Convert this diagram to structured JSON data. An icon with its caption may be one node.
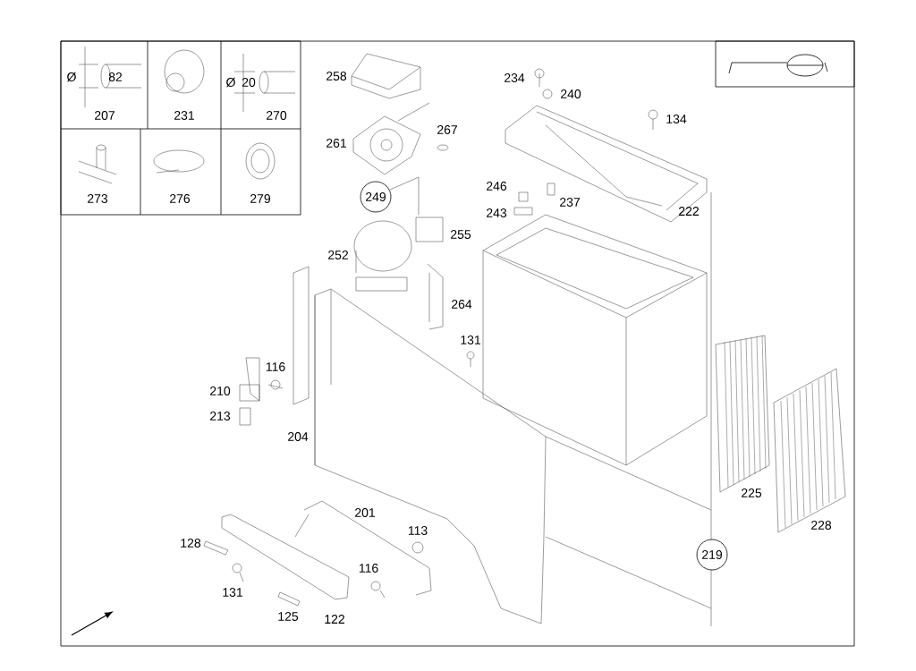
{
  "diagram": {
    "nodes": [
      {
        "text": [
          "249"
        ]
      },
      {
        "text": [
          "219"
        ]
      }
    ],
    "labels": [
      "Ø",
      "82",
      "207",
      "231",
      "Ø",
      "20",
      "270",
      "273",
      "276",
      "279",
      "258",
      "234",
      "240",
      "134",
      "261",
      "267",
      "246",
      "237",
      "243",
      "222",
      "255",
      "252",
      "264",
      "131",
      "116",
      "210",
      "213",
      "204",
      "225",
      "228",
      "201",
      "113",
      "128",
      "116",
      "131",
      "125",
      "122"
    ]
  }
}
